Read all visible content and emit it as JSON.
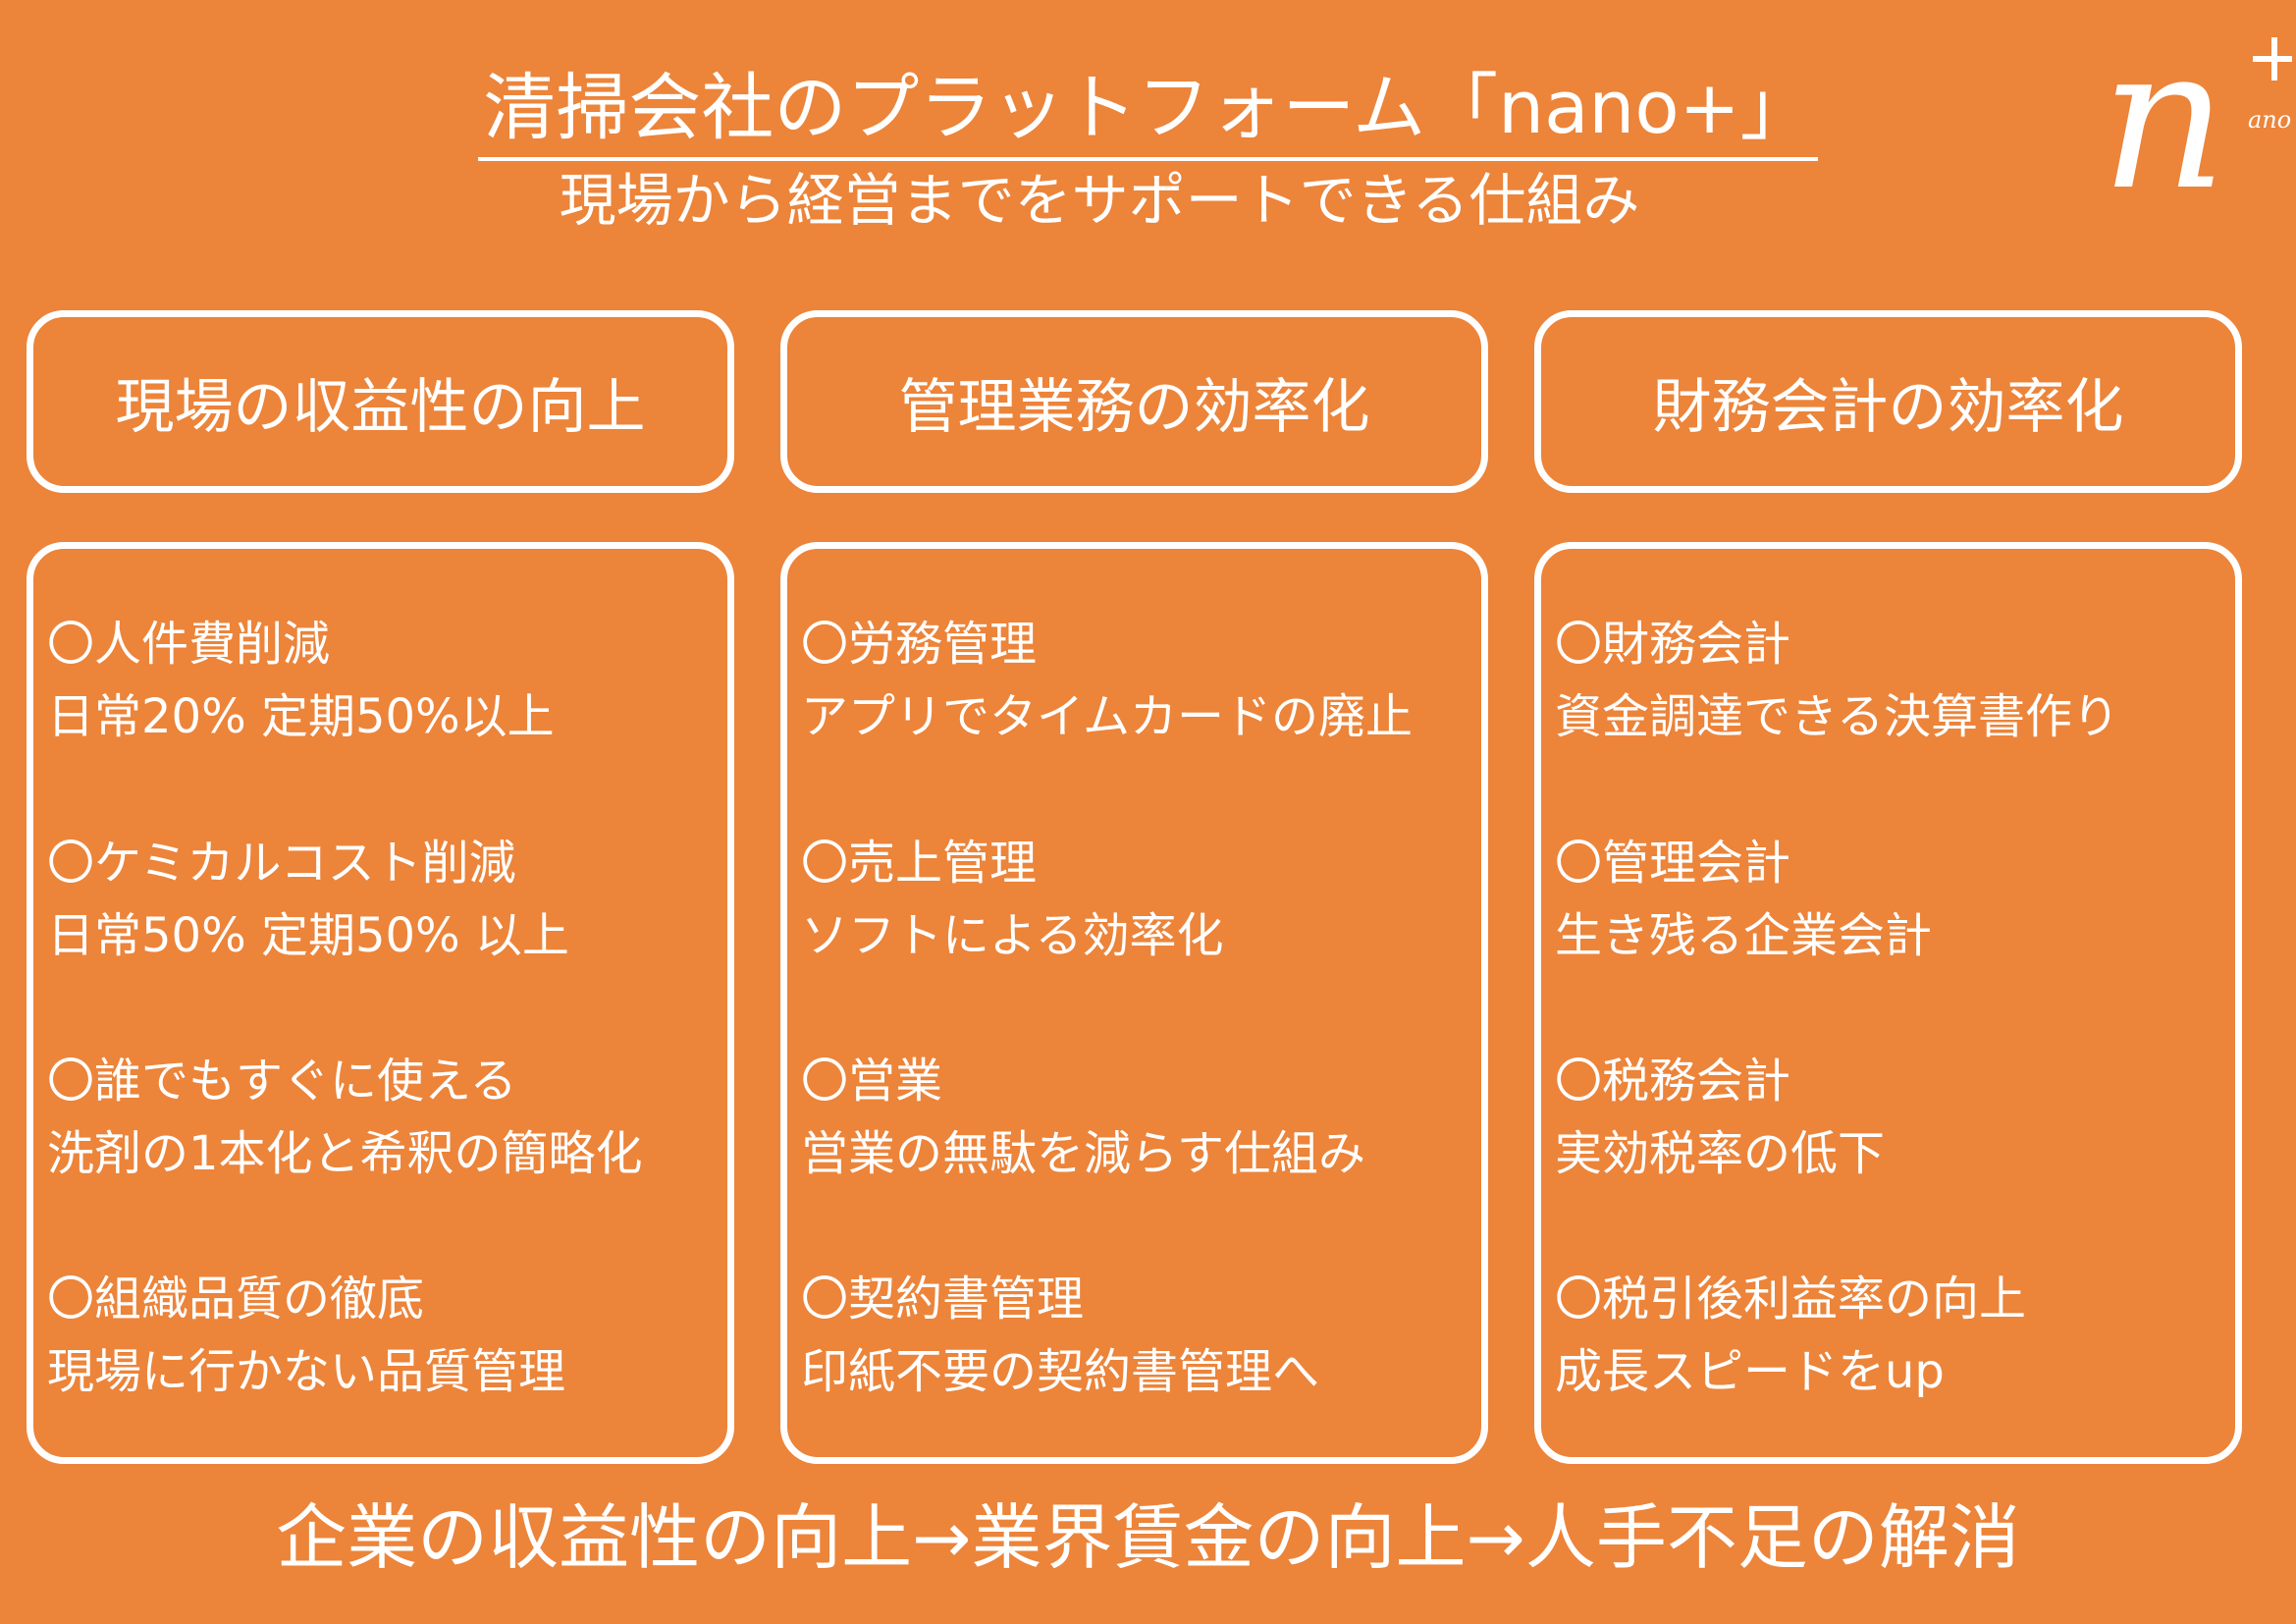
{
  "title": "清掃会社のプラットフォーム「nano+」",
  "subtitle": "現場から経営までをサポートできる仕組み",
  "logo": {
    "text": "nano+"
  },
  "columns": [
    {
      "header": "現場の収益性の向上",
      "items": [
        {
          "title": "〇人件費削減",
          "desc": "日常20% 定期50%以上"
        },
        {
          "title": "〇ケミカルコスト削減",
          "desc": "日常50% 定期50% 以上"
        },
        {
          "title": "〇誰でもすぐに使える",
          "desc": "洗剤の1本化と希釈の簡略化"
        },
        {
          "title": "〇組織品質の徹底",
          "desc": "現場に行かない品質管理"
        }
      ]
    },
    {
      "header": "管理業務の効率化",
      "items": [
        {
          "title": "〇労務管理",
          "desc": "アプリでタイムカードの廃止"
        },
        {
          "title": "〇売上管理",
          "desc": "ソフトによる効率化"
        },
        {
          "title": "〇営業",
          "desc": "営業の無駄を減らす仕組み"
        },
        {
          "title": "〇契約書管理",
          "desc": "印紙不要の契約書管理へ"
        }
      ]
    },
    {
      "header": "財務会計の効率化",
      "items": [
        {
          "title": "〇財務会計",
          "desc": "資金調達できる決算書作り"
        },
        {
          "title": "〇管理会計",
          "desc": "生き残る企業会計"
        },
        {
          "title": "〇税務会計",
          "desc": "実効税率の低下"
        },
        {
          "title": "〇税引後利益率の向上",
          "desc": "成長スピードをup"
        }
      ]
    }
  ],
  "footer": "企業の収益性の向上→業界賃金の向上→人手不足の解消",
  "colors": {
    "background": "#ec843a",
    "foreground": "#ffffff"
  }
}
